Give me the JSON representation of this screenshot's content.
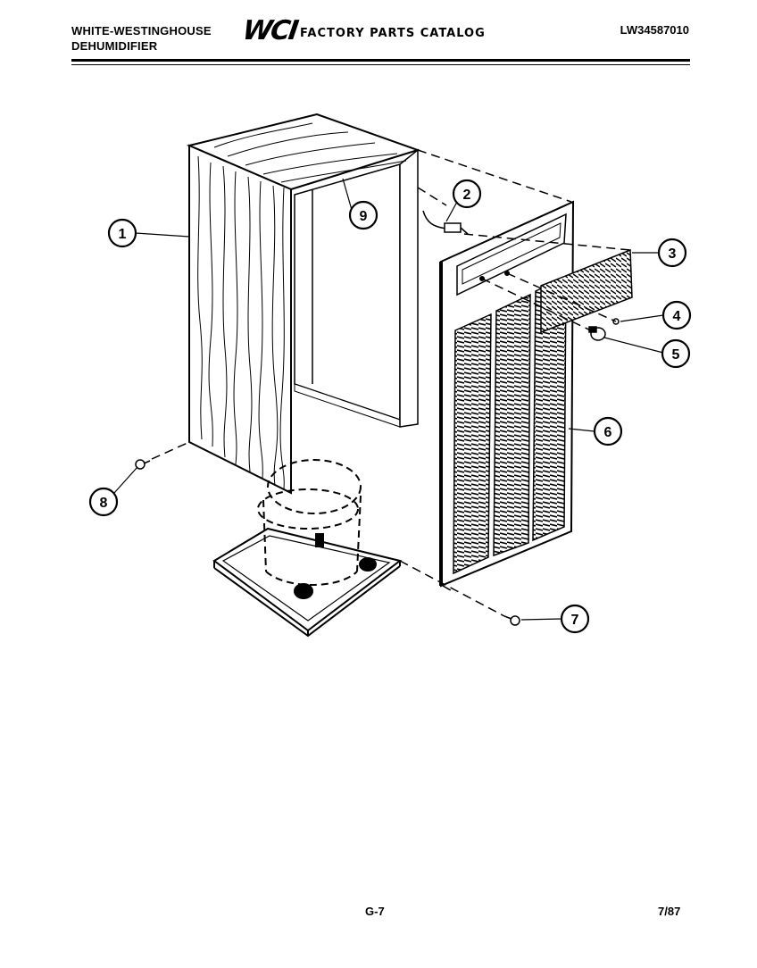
{
  "header": {
    "brand": "WHITE-WESTINGHOUSE",
    "product": "DEHUMIDIFIER",
    "logo": "WCI",
    "catalog_title": "FACTORY PARTS CATALOG",
    "model_number": "LW34587010"
  },
  "footer": {
    "page": "G-7",
    "date": "7/87"
  },
  "callouts": [
    {
      "id": "c1",
      "label": "1"
    },
    {
      "id": "c2",
      "label": "2"
    },
    {
      "id": "c3",
      "label": "3"
    },
    {
      "id": "c4",
      "label": "4"
    },
    {
      "id": "c5",
      "label": "5"
    },
    {
      "id": "c6",
      "label": "6"
    },
    {
      "id": "c7",
      "label": "7"
    },
    {
      "id": "c8",
      "label": "8"
    },
    {
      "id": "c9",
      "label": "9"
    }
  ]
}
